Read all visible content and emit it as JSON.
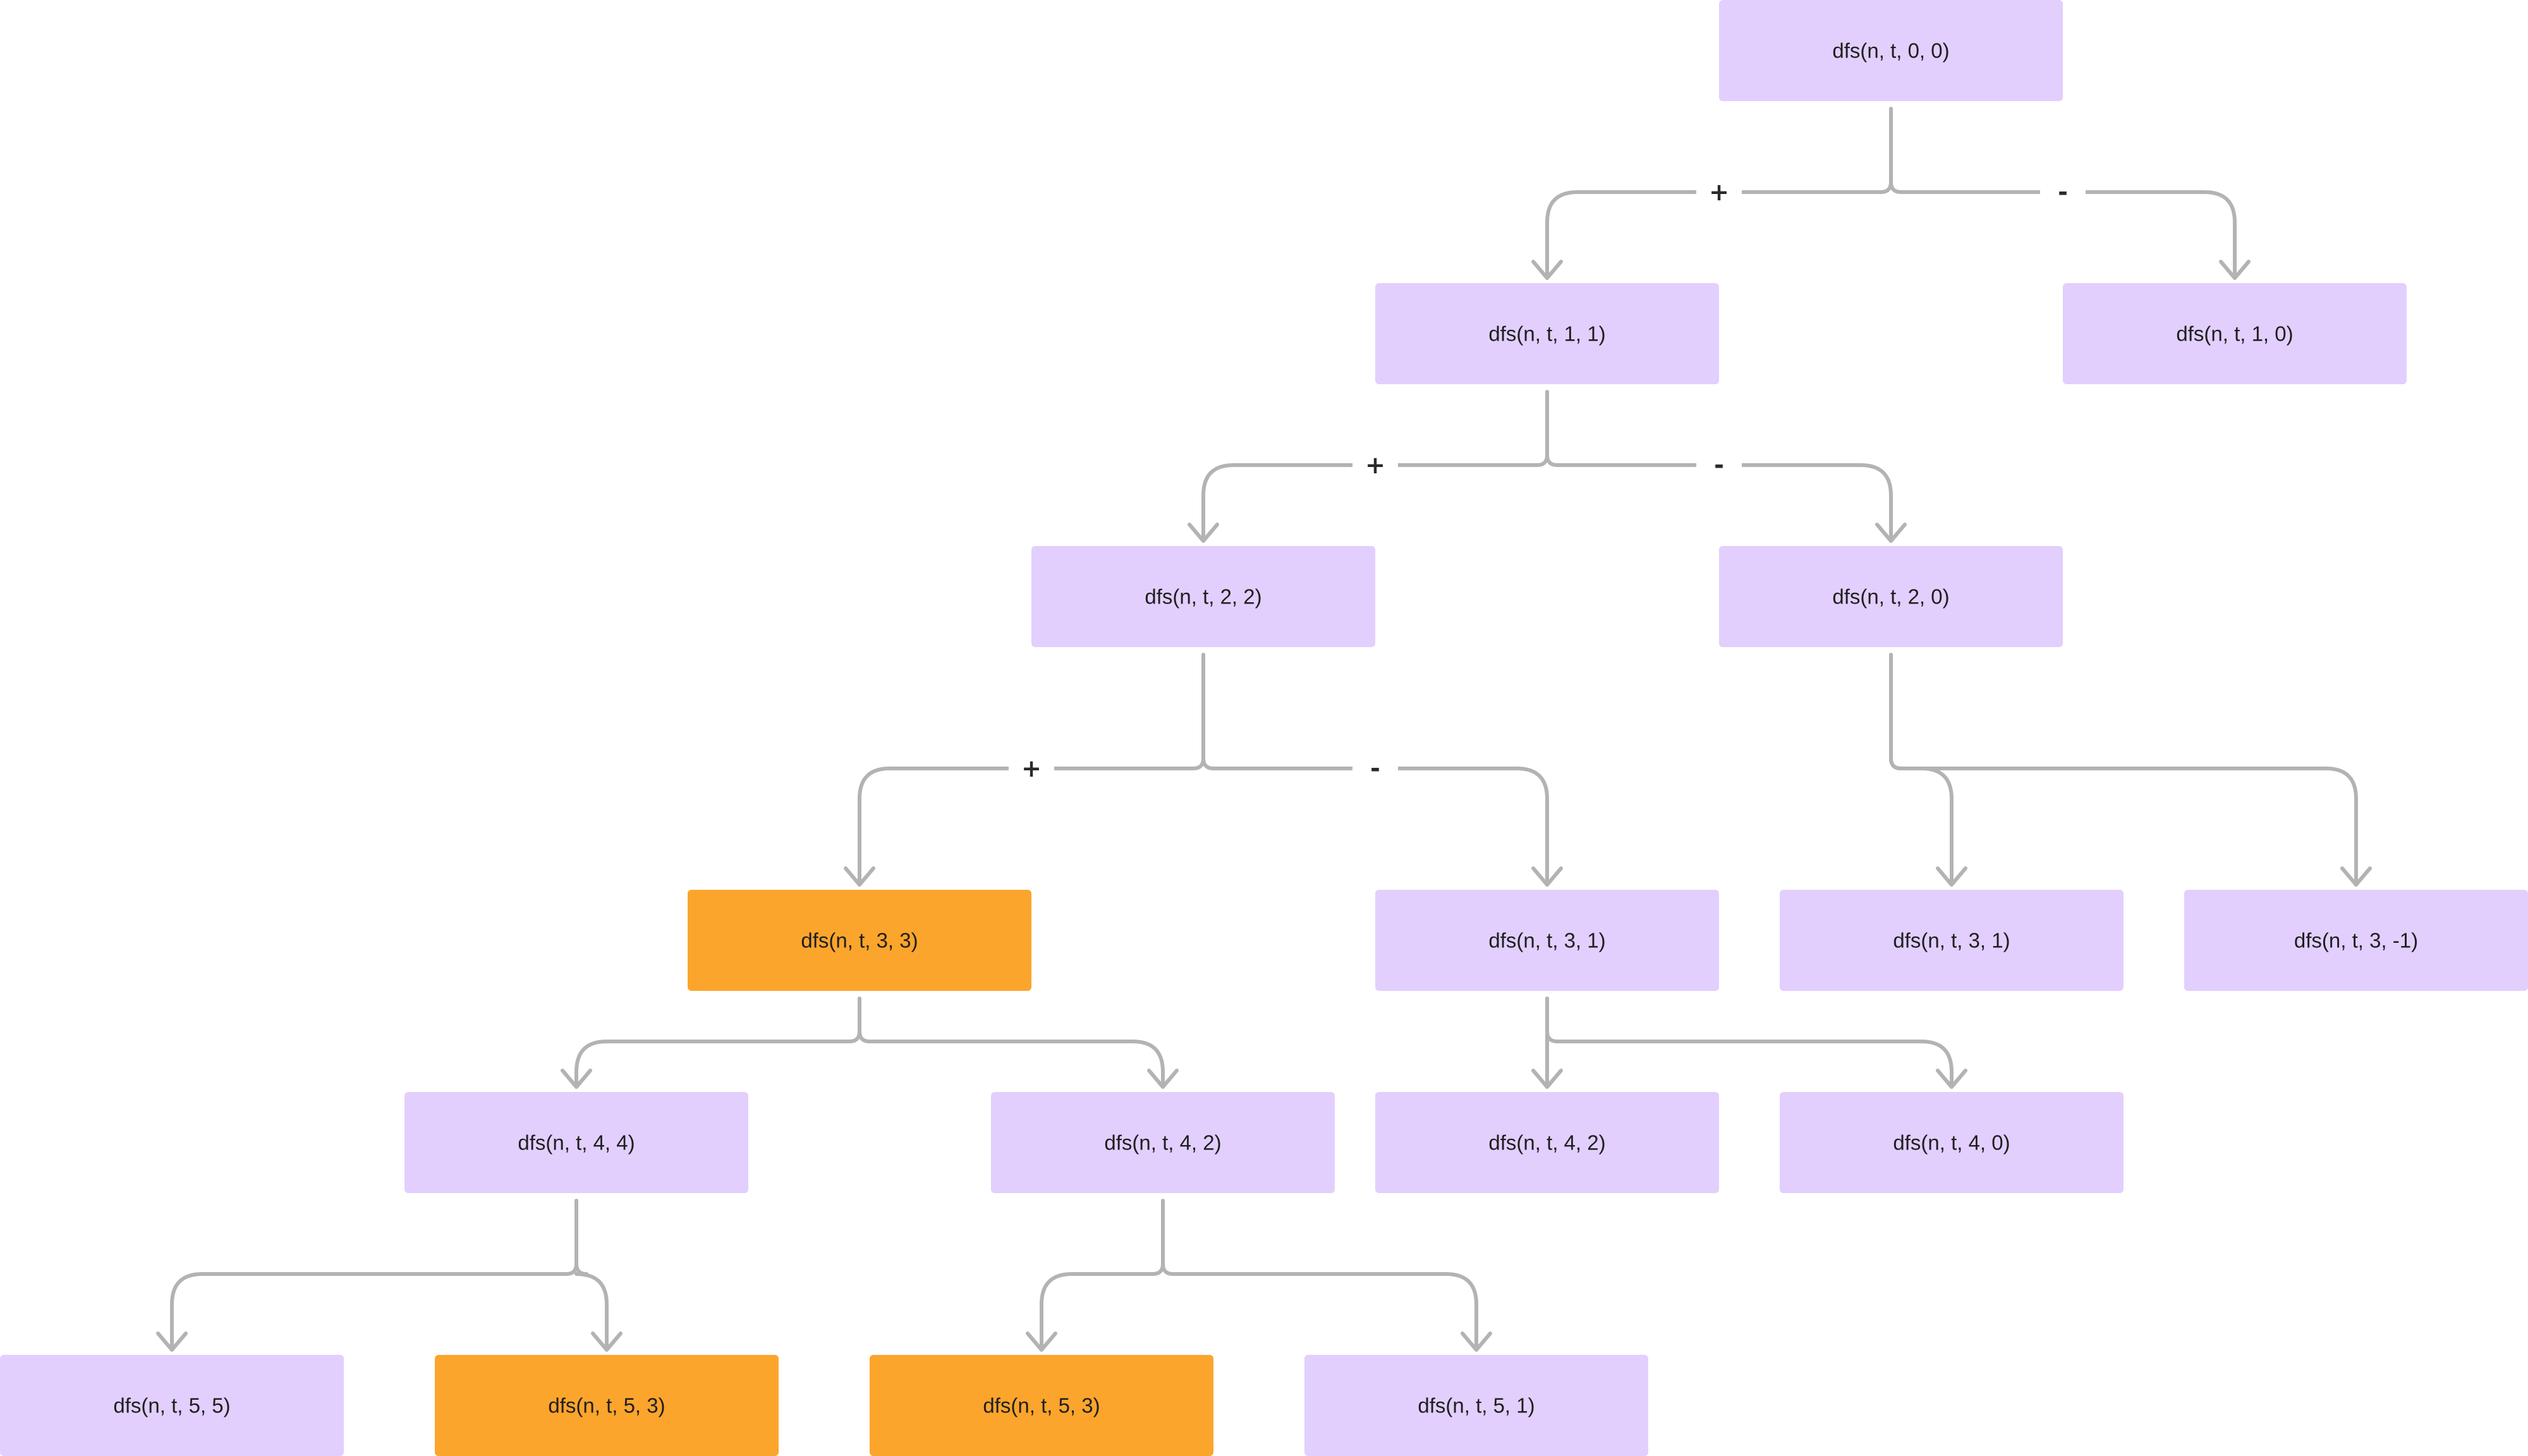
{
  "colors": {
    "node_default": "#e2cffd",
    "node_highlight": "#fca52c",
    "edge": "#b3b3b3",
    "text": "#1f1f1f"
  },
  "nodes": [
    {
      "id": "n0",
      "label": "dfs(n, t, 0, 0)",
      "highlight": false
    },
    {
      "id": "n1",
      "label": "dfs(n, t, 1, 1)",
      "highlight": false
    },
    {
      "id": "n2",
      "label": "dfs(n, t, 1, 0)",
      "highlight": false
    },
    {
      "id": "n3",
      "label": "dfs(n, t, 2, 2)",
      "highlight": false
    },
    {
      "id": "n4",
      "label": "dfs(n, t, 2, 0)",
      "highlight": false
    },
    {
      "id": "n5",
      "label": "dfs(n, t, 3, 3)",
      "highlight": true
    },
    {
      "id": "n6",
      "label": "dfs(n, t, 3, 1)",
      "highlight": false
    },
    {
      "id": "n7",
      "label": "dfs(n, t, 3, 1)",
      "highlight": false
    },
    {
      "id": "n8",
      "label": "dfs(n, t, 3, -1)",
      "highlight": false
    },
    {
      "id": "n9",
      "label": "dfs(n, t, 4, 4)",
      "highlight": false
    },
    {
      "id": "n10",
      "label": "dfs(n, t, 4, 2)",
      "highlight": false
    },
    {
      "id": "n11",
      "label": "dfs(n, t, 4, 2)",
      "highlight": false
    },
    {
      "id": "n12",
      "label": "dfs(n, t, 4, 0)",
      "highlight": false
    },
    {
      "id": "n13",
      "label": "dfs(n, t, 5, 5)",
      "highlight": false
    },
    {
      "id": "n14",
      "label": "dfs(n, t, 5, 3)",
      "highlight": true
    },
    {
      "id": "n15",
      "label": "dfs(n, t, 5, 3)",
      "highlight": true
    },
    {
      "id": "n16",
      "label": "dfs(n, t, 5, 1)",
      "highlight": false
    }
  ],
  "edges": [
    {
      "from": "n0",
      "to": "n1",
      "sign": "+"
    },
    {
      "from": "n0",
      "to": "n2",
      "sign": "-"
    },
    {
      "from": "n1",
      "to": "n3",
      "sign": "+"
    },
    {
      "from": "n1",
      "to": "n4",
      "sign": "-"
    },
    {
      "from": "n3",
      "to": "n5",
      "sign": "+"
    },
    {
      "from": "n3",
      "to": "n6",
      "sign": "-"
    },
    {
      "from": "n4",
      "to": "n7",
      "sign": ""
    },
    {
      "from": "n4",
      "to": "n8",
      "sign": ""
    },
    {
      "from": "n5",
      "to": "n9",
      "sign": ""
    },
    {
      "from": "n5",
      "to": "n10",
      "sign": ""
    },
    {
      "from": "n6",
      "to": "n11",
      "sign": ""
    },
    {
      "from": "n6",
      "to": "n12",
      "sign": ""
    },
    {
      "from": "n9",
      "to": "n13",
      "sign": ""
    },
    {
      "from": "n9",
      "to": "n14",
      "sign": ""
    },
    {
      "from": "n10",
      "to": "n15",
      "sign": ""
    },
    {
      "from": "n10",
      "to": "n16",
      "sign": ""
    }
  ]
}
